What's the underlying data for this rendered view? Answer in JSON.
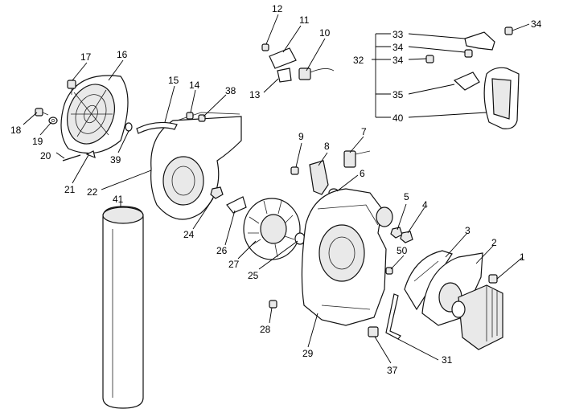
{
  "diagram": {
    "callouts": [
      {
        "id": "1"
      },
      {
        "id": "2"
      },
      {
        "id": "3"
      },
      {
        "id": "4"
      },
      {
        "id": "5"
      },
      {
        "id": "6"
      },
      {
        "id": "7"
      },
      {
        "id": "8"
      },
      {
        "id": "9"
      },
      {
        "id": "10"
      },
      {
        "id": "11"
      },
      {
        "id": "12"
      },
      {
        "id": "13"
      },
      {
        "id": "14"
      },
      {
        "id": "15"
      },
      {
        "id": "16"
      },
      {
        "id": "17"
      },
      {
        "id": "18"
      },
      {
        "id": "19"
      },
      {
        "id": "20"
      },
      {
        "id": "21"
      },
      {
        "id": "22"
      },
      {
        "id": "24"
      },
      {
        "id": "25"
      },
      {
        "id": "26"
      },
      {
        "id": "27"
      },
      {
        "id": "28"
      },
      {
        "id": "29"
      },
      {
        "id": "31"
      },
      {
        "id": "32"
      },
      {
        "id": "33"
      },
      {
        "id": "34a"
      },
      {
        "id": "34b"
      },
      {
        "id": "34c"
      },
      {
        "id": "35"
      },
      {
        "id": "37"
      },
      {
        "id": "38"
      },
      {
        "id": "39"
      },
      {
        "id": "40"
      },
      {
        "id": "41"
      },
      {
        "id": "50"
      }
    ],
    "labels": {
      "c1": "1",
      "c2": "2",
      "c3": "3",
      "c4": "4",
      "c5": "5",
      "c6": "6",
      "c7": "7",
      "c8": "8",
      "c9": "9",
      "c10": "10",
      "c11": "11",
      "c12": "12",
      "c13": "13",
      "c14": "14",
      "c15": "15",
      "c16": "16",
      "c17": "17",
      "c18": "18",
      "c19": "19",
      "c20": "20",
      "c21": "21",
      "c22": "22",
      "c24": "24",
      "c25": "25",
      "c26": "26",
      "c27": "27",
      "c28": "28",
      "c29": "29",
      "c31": "31",
      "c32": "32",
      "c33": "33",
      "c34a": "34",
      "c34b": "34",
      "c34c": "34",
      "c35": "35",
      "c37": "37",
      "c38": "38",
      "c39": "39",
      "c40": "40",
      "c41": "41",
      "c50": "50"
    }
  }
}
